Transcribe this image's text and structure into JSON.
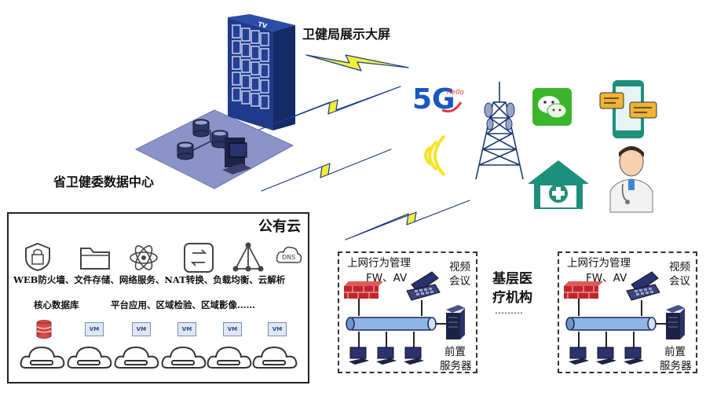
{
  "top": {
    "screen_label": "卫健局展示大屏",
    "screen_tv_text": "TV",
    "datacenter_label": "省卫健委数据中心"
  },
  "cloud": {
    "title": "公有云",
    "services_line": "WEB防火墙、文件存储、网络服务、NAT转换、负载均衡、云解析",
    "dns_text": "DNS",
    "sub_line_left": "核心数据库",
    "sub_line_right": "平台应用、区域检验、区域影像……",
    "vm_label": "VM",
    "service_icons": [
      "shield-icon",
      "folder-icon",
      "atom-network-icon",
      "nat-convert-icon",
      "load-balance-icon",
      "dns-cloud-icon"
    ]
  },
  "comms": {
    "fiveg_main": "5G",
    "fiveg_sub": "hello",
    "icons": [
      "5g-logo-icon",
      "wechat-icon",
      "chat-phone-icon",
      "signal-waves-icon",
      "cell-tower-icon",
      "hospital-icon",
      "doctor-icon"
    ]
  },
  "middle": {
    "label_line1": "基层医",
    "label_line2": "疗机构",
    "dots": "………"
  },
  "sites": [
    {
      "mgmt": "上网行为管理",
      "fwav": "FW、AV",
      "video_line1": "视频",
      "video_line2": "会议",
      "server_line1": "前置",
      "server_line2": "服务器"
    },
    {
      "mgmt": "上网行为管理",
      "fwav": "FW、AV",
      "video_line1": "视频",
      "video_line2": "会议",
      "server_line1": "前置",
      "server_line2": "服务器"
    }
  ],
  "colors": {
    "lightning": "#f2ee38",
    "lightning_stroke": "#1a3b8c",
    "navy": "#1f3a8a",
    "wechat": "#3bb52c",
    "hospital": "#1e8f7b",
    "firewall": "#c0262c",
    "pipe": "#8fb4e6"
  }
}
